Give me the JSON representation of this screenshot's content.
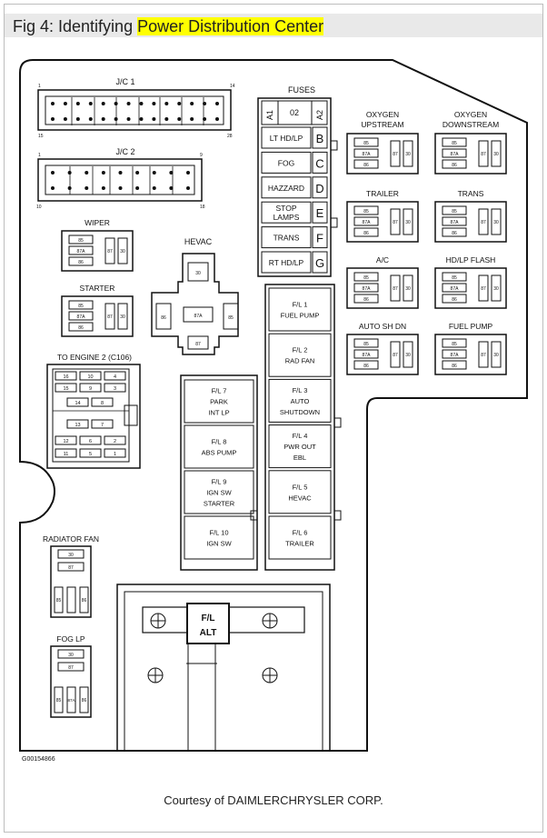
{
  "caption": {
    "prefix": "Fig 4: Identifying ",
    "highlight": "Power Distribution Center"
  },
  "jc1": {
    "title": "J/C 1",
    "pin_tl": "1",
    "pin_tr": "14",
    "pin_bl": "15",
    "pin_br": "28"
  },
  "jc2": {
    "title": "J/C 2",
    "pin_tl": "1",
    "pin_tr": "9",
    "pin_bl": "10",
    "pin_br": "18"
  },
  "fuses": {
    "title": "FUSES",
    "a1": "A1",
    "a2": "A2",
    "center": "02",
    "rows": [
      {
        "name": "LT HD/LP",
        "letter": "B"
      },
      {
        "name": "FOG",
        "letter": "C"
      },
      {
        "name": "HAZZARD",
        "letter": "D"
      },
      {
        "name": "STOP LAMPS",
        "letter": "E"
      },
      {
        "name": "TRANS",
        "letter": "F"
      },
      {
        "name": "RT HD/LP",
        "letter": "G"
      }
    ]
  },
  "relays": [
    {
      "id": "oxy-up",
      "title1": "OXYGEN",
      "title2": "UPSTREAM"
    },
    {
      "id": "oxy-down",
      "title1": "OXYGEN",
      "title2": "DOWNSTREAM"
    },
    {
      "id": "trailer",
      "title1": "TRAILER",
      "title2": ""
    },
    {
      "id": "trans",
      "title1": "TRANS",
      "title2": ""
    },
    {
      "id": "ac",
      "title1": "A/C",
      "title2": ""
    },
    {
      "id": "hdlp-flash",
      "title1": "HD/LP FLASH",
      "title2": ""
    },
    {
      "id": "auto-shdn",
      "title1": "AUTO SH DN",
      "title2": ""
    },
    {
      "id": "fuel-pump",
      "title1": "FUEL PUMP",
      "title2": ""
    },
    {
      "id": "wiper",
      "title1": "WIPER",
      "title2": ""
    },
    {
      "id": "starter",
      "title1": "STARTER",
      "title2": ""
    }
  ],
  "relay_pins": {
    "p85": "85",
    "p87a": "87A",
    "p86": "86",
    "p87": "87",
    "p30": "30"
  },
  "hevac": {
    "title": "HEVAC",
    "p30": "30",
    "p86": "86",
    "p87a": "87A",
    "p85": "85",
    "p87": "87"
  },
  "engine2": {
    "title": "TO ENGINE 2 (C106)",
    "pins": [
      "16",
      "10",
      "4",
      "15",
      "9",
      "3",
      "14",
      "8",
      "13",
      "7",
      "12",
      "6",
      "2",
      "11",
      "5",
      "1"
    ]
  },
  "fusible_links_left": [
    {
      "line1": "F/L 7",
      "line2": "PARK",
      "line3": "INT LP"
    },
    {
      "line1": "F/L 8",
      "line2": "ABS PUMP",
      "line3": ""
    },
    {
      "line1": "F/L 9",
      "line2": "IGN SW",
      "line3": "STARTER"
    },
    {
      "line1": "F/L 10",
      "line2": "IGN SW",
      "line3": ""
    }
  ],
  "fusible_links_right": [
    {
      "line1": "F/L 1",
      "line2": "FUEL PUMP",
      "line3": ""
    },
    {
      "line1": "F/L 2",
      "line2": "RAD FAN",
      "line3": ""
    },
    {
      "line1": "F/L 3",
      "line2": "AUTO",
      "line3": "SHUTDOWN"
    },
    {
      "line1": "F/L 4",
      "line2": "PWR OUT",
      "line3": "EBL"
    },
    {
      "line1": "F/L 5",
      "line2": "HEVAC",
      "line3": ""
    },
    {
      "line1": "F/L 6",
      "line2": "TRAILER",
      "line3": ""
    }
  ],
  "radiator_fan": {
    "title": "RADIATOR FAN",
    "p30": "30",
    "p87": "87",
    "p85": "85",
    "p86": "86"
  },
  "fog_lp": {
    "title": "FOG LP",
    "p30": "30",
    "p87": "87",
    "p85": "85",
    "p87a": "87A",
    "p86": "86"
  },
  "alt": {
    "line1": "F/L",
    "line2": "ALT"
  },
  "part_number": "G00154866",
  "courtesy": "Courtesy of DAIMLERCHRYSLER CORP."
}
